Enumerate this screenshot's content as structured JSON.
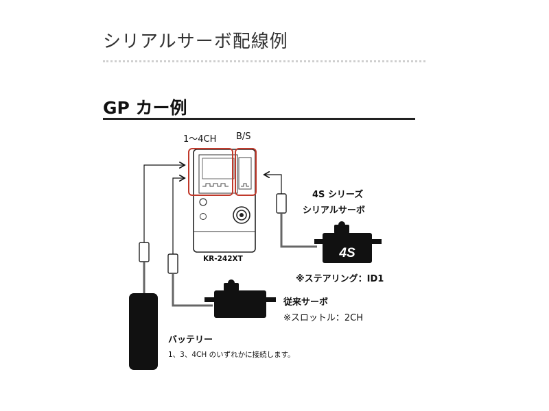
{
  "page_title": "シリアルサーボ配線例",
  "section_title": "GP カー例",
  "receiver": {
    "model": "KR-242XT",
    "port_label_channels": "1～4CH",
    "port_label_bs": "B/S"
  },
  "serial_servo": {
    "name_line1": "4S シリーズ",
    "name_line2": "シリアルサーボ",
    "badge": "4S",
    "note": "※ステアリング：ID1"
  },
  "conventional_servo": {
    "name": "従来サーボ",
    "note": "※スロットル：2CH"
  },
  "battery": {
    "name": "バッテリー",
    "note": "1、3、4CH のいずれかに接続します。"
  },
  "colors": {
    "highlight": "#c0392b",
    "device_fill": "#111111",
    "wire": "#666666"
  }
}
